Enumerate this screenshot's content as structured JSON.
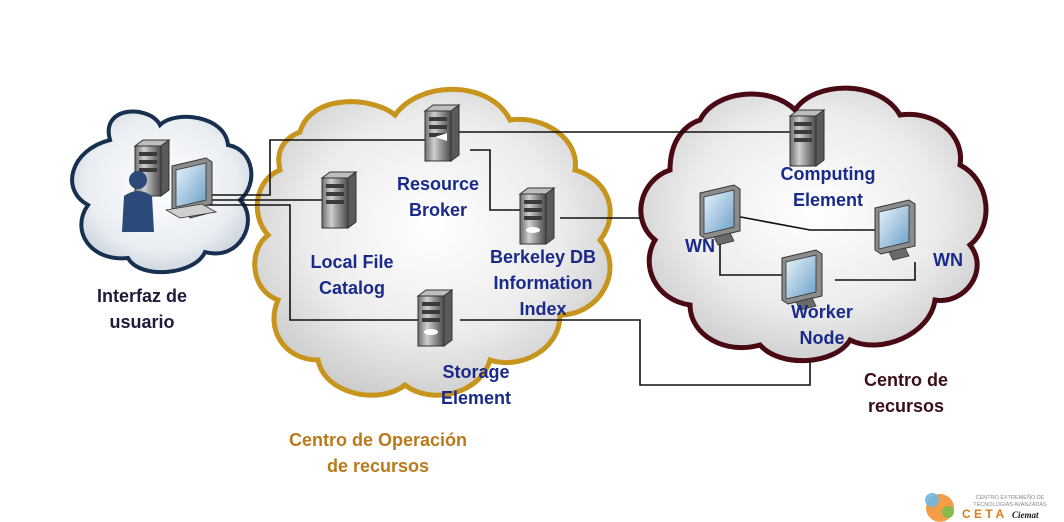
{
  "clouds": {
    "user": {
      "label_line1": "Interfaz de",
      "label_line2": "usuario"
    },
    "operation": {
      "label_line1": "Centro de Operación",
      "label_line2": "de recursos"
    },
    "resources": {
      "label_line1": "Centro de",
      "label_line2": "recursos"
    }
  },
  "nodes": {
    "resource_broker": {
      "line1": "Resource",
      "line2": "Broker"
    },
    "local_file_catalog": {
      "line1": "Local File",
      "line2": "Catalog"
    },
    "berkeley_db": {
      "line1": "Berkeley DB",
      "line2": "Information",
      "line3": "Index"
    },
    "storage_element": {
      "line1": "Storage",
      "line2": "Element"
    },
    "computing_element": {
      "line1": "Computing",
      "line2": "Element"
    },
    "wn_left": {
      "label": "WN"
    },
    "wn_right": {
      "label": "WN"
    },
    "worker_node": {
      "line1": "Worker",
      "line2": "Node"
    }
  },
  "logo": {
    "tagline1": "CENTRO EXTREMEÑO DE",
    "tagline2": "TECNOLOGÍAS AVANZADAS",
    "name": "C E T A",
    "partner": "Ciemat"
  },
  "colors": {
    "label_navy": "#1a2a8a",
    "operation_cloud_border": "#c7941c",
    "resource_cloud_border": "#4a0a14",
    "user_cloud_border": "#17304f"
  }
}
